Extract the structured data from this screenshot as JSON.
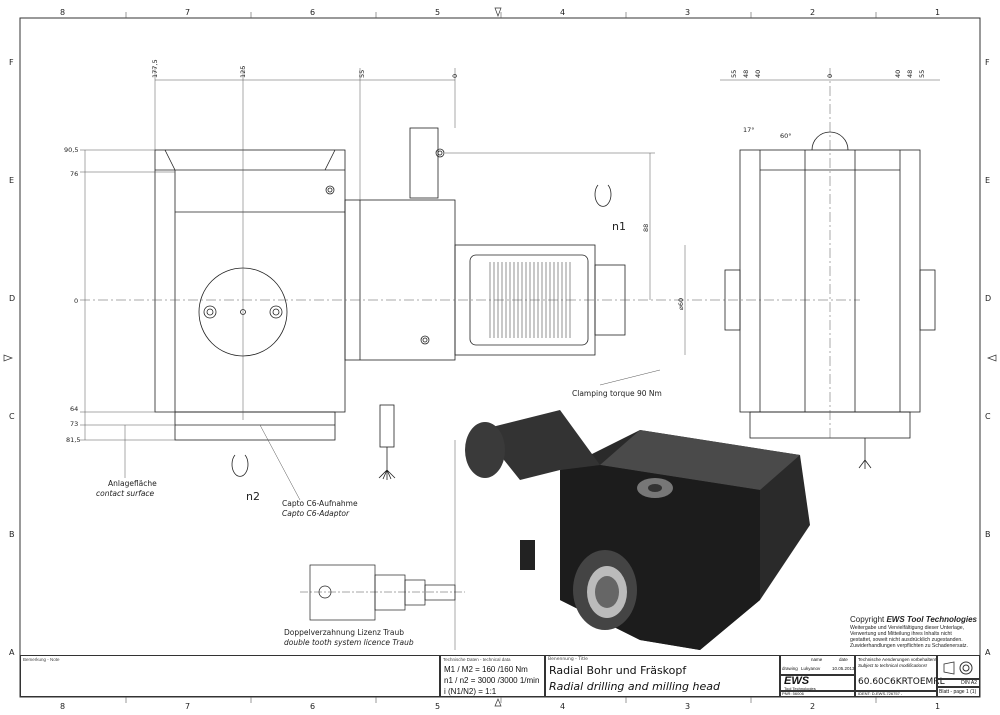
{
  "frame": {
    "columns": [
      "8",
      "7",
      "6",
      "5",
      "4",
      "3",
      "2",
      "1"
    ],
    "rows": [
      "F",
      "E",
      "D",
      "C",
      "B",
      "A"
    ]
  },
  "dimensions": {
    "top_front": [
      "177,5",
      "125",
      "55",
      "0"
    ],
    "left_front": [
      "90,5",
      "76",
      "0",
      "64",
      "73",
      "81,5"
    ],
    "side_top": [
      "55",
      "48",
      "40",
      "0",
      "40",
      "48",
      "55"
    ],
    "angles": [
      "17°",
      "60°"
    ],
    "height": "88",
    "diameter": "⌀60"
  },
  "labels": {
    "n1": "n1",
    "n2": "n2",
    "clamping": "Clamping torque 90 Nm",
    "contact_de": "Anlagefläche",
    "contact_en": "contact surface",
    "capto_de": "Capto C6-Aufnahme",
    "capto_en": "Capto C6-Adaptor",
    "traub_de": "Doppelverzahnung Lizenz Traub",
    "traub_en": "double tooth system licence Traub"
  },
  "copyright": {
    "title_prefix": "Copyright ",
    "brand": "EWS Tool Technologies",
    "lines": [
      "Weitergabe und Vervielfältigung dieser Unterlage,",
      "Verwertung und Mitteilung ihres Inhalts nicht",
      "gestattet, soweit nicht ausdrücklich zugestanden.",
      "Zuwiderhandlungen verpflichten zu Schadenersatz."
    ]
  },
  "title_block": {
    "note_label": "Bemerkung - Note",
    "tech_label": "Technische Daten - technical data",
    "tech_lines": [
      "M1 / M2 = 160 /160 Nm",
      "n1 / n2 = 3000 /3000   1/min",
      "i  (N1/N2) = 1:1"
    ],
    "title_label": "Benennung - Title",
    "title_de": "Radial Bohr und Fräskopf",
    "title_en": "Radial drilling and milling head",
    "name_header": "name",
    "date_header": "date",
    "drawing_label": "drawing",
    "drawn_by": "Lukyanov",
    "date": "10.05.2013",
    "logo": "EWS",
    "logo_sub": "Tool Technologies",
    "changes_de": "Technische Aenderungen vorbehalten!",
    "changes_en": "Subject to technical modifications!",
    "part_number": "60.60C6KRTOEMRL",
    "format": "DIN A2",
    "pnr": "PNR: 56006",
    "ident": "IDENT: D-EWS-726757 -",
    "sheet": "Blatt - page  1 (1)"
  }
}
